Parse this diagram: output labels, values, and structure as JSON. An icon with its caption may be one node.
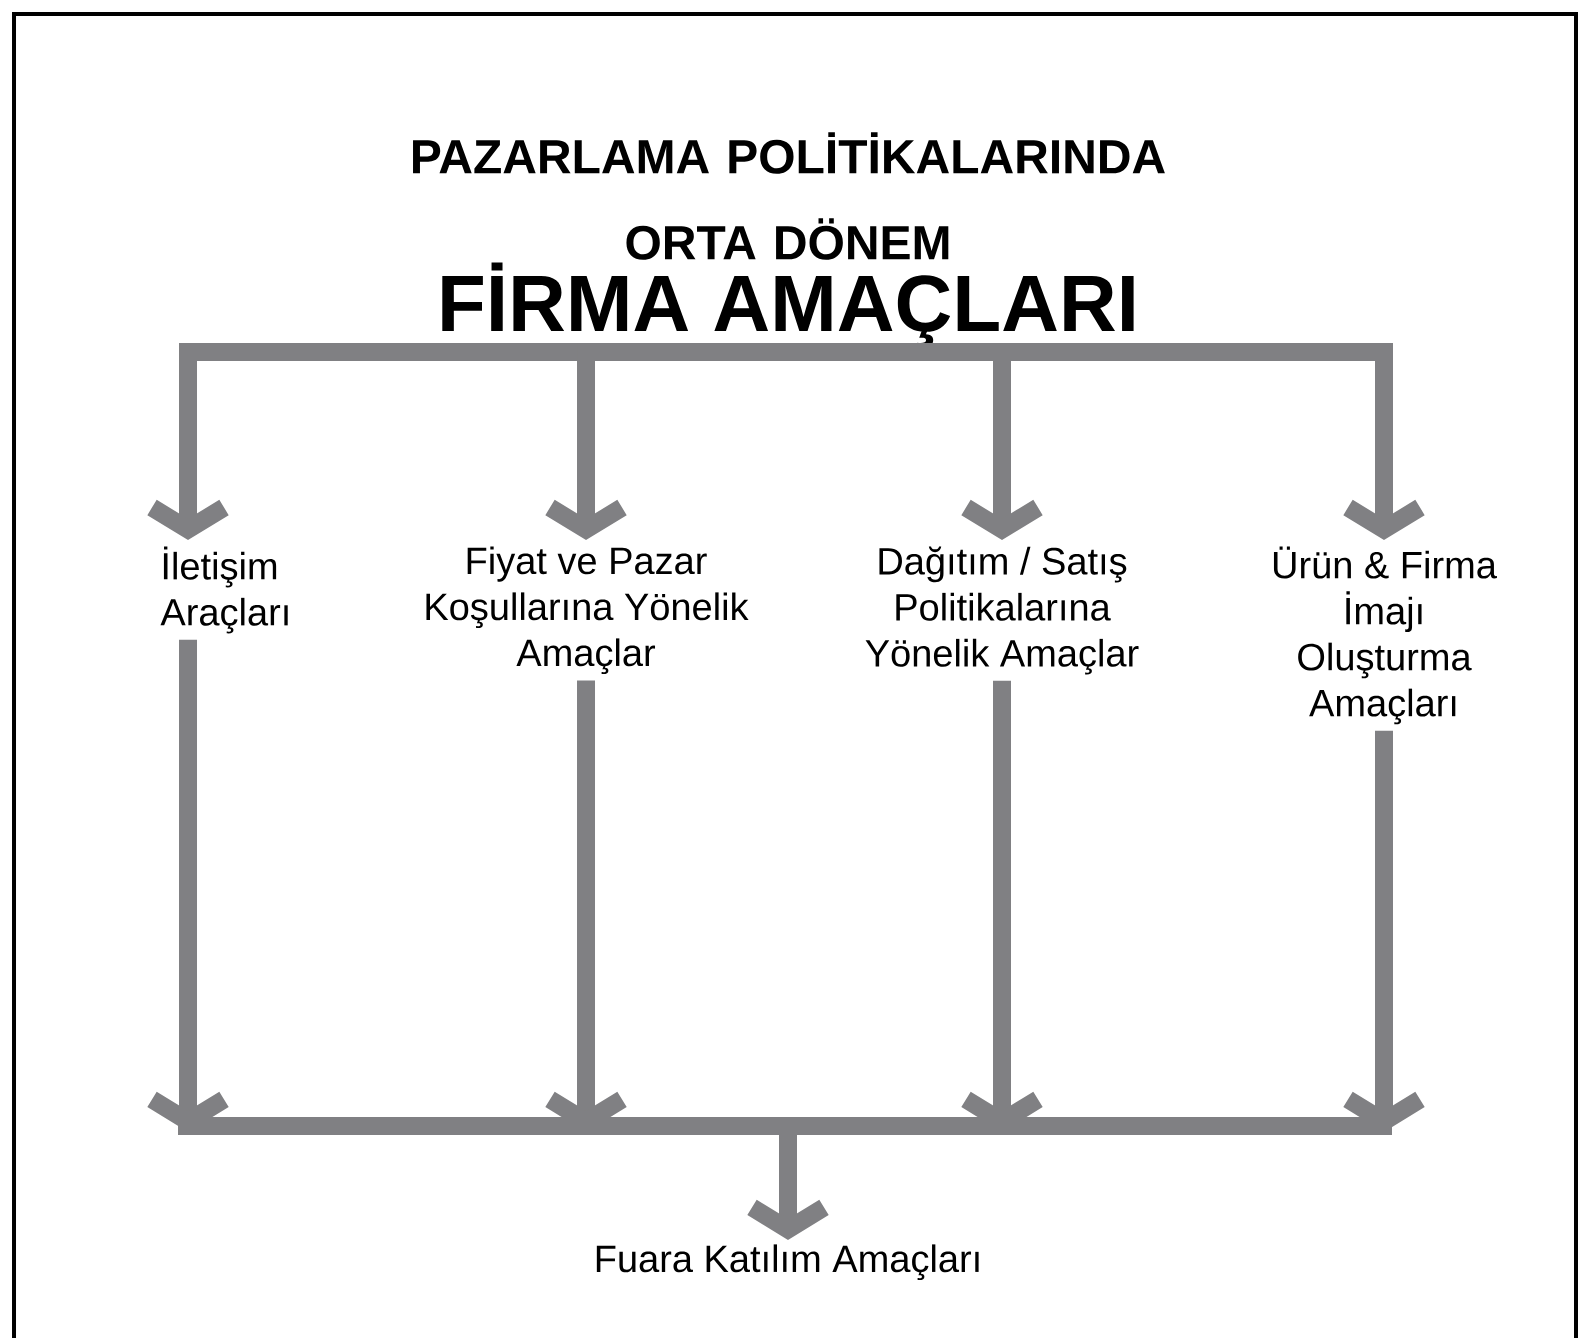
{
  "diagram": {
    "title": "PAZARLAMA POLİTİKALARINDA ORTA DÖNEM",
    "nodes": [
      {
        "text": [
          "FİRMA AMAÇLARI"
        ]
      },
      {
        "text": [
          "İletişim Araçları"
        ]
      },
      {
        "text": [
          "Fiyat ve Pazar Koşullarına Yönelik Amaçlar"
        ]
      },
      {
        "text": [
          "Dağıtım / Satış Politikalarına Yönelik Amaçlar"
        ]
      },
      {
        "text": [
          "Ürün & Firma İmajı Oluşturma Amaçları"
        ]
      },
      {
        "text": [
          "Fuara Katılım Amaçları"
        ]
      }
    ],
    "edges": [
      {
        "from": 0,
        "to": 1,
        "arrow": "to"
      },
      {
        "from": 0,
        "to": 2,
        "arrow": "to"
      },
      {
        "from": 0,
        "to": 3,
        "arrow": "to"
      },
      {
        "from": 0,
        "to": 4,
        "arrow": "to"
      },
      {
        "from": 1,
        "to": 5,
        "arrow": "to"
      },
      {
        "from": 2,
        "to": 5,
        "arrow": "to"
      },
      {
        "from": 3,
        "to": 5,
        "arrow": "to"
      },
      {
        "from": 4,
        "to": 5,
        "arrow": "to"
      }
    ]
  }
}
